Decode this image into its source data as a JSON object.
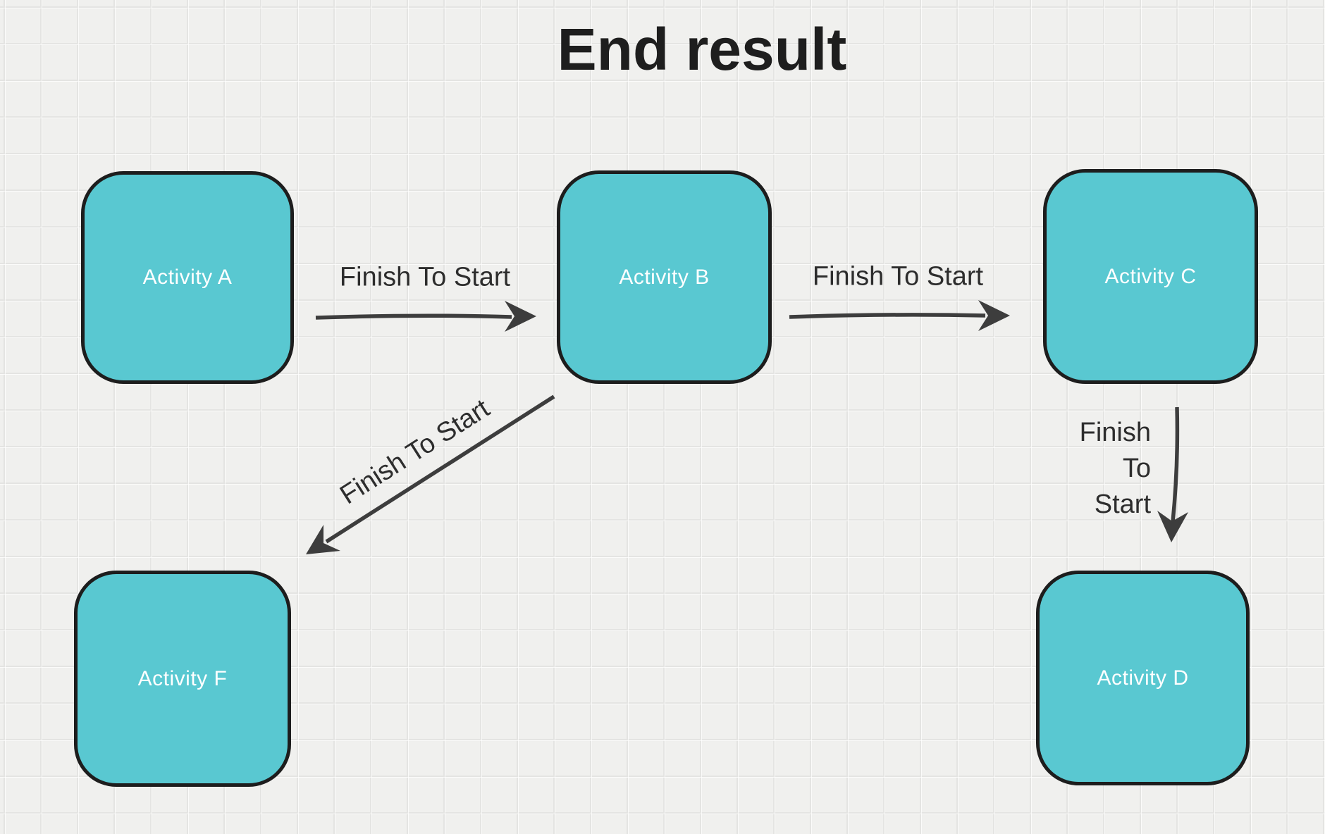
{
  "title": "End result",
  "diagram": {
    "nodes": [
      {
        "id": "A",
        "label": "Activity A"
      },
      {
        "id": "B",
        "label": "Activity B"
      },
      {
        "id": "C",
        "label": "Activity C"
      },
      {
        "id": "F",
        "label": "Activity F"
      },
      {
        "id": "D",
        "label": "Activity D"
      }
    ],
    "edges": [
      {
        "from": "Activity A",
        "to": "Activity B",
        "type": "finish-to-start",
        "label": "Finish To Start"
      },
      {
        "from": "Activity B",
        "to": "Activity C",
        "type": "finish-to-start",
        "label": "Finish To Start"
      },
      {
        "from": "Activity B",
        "to": "Activity F",
        "type": "finish-to-start",
        "label": "Finish To Start"
      },
      {
        "from": "Activity C",
        "to": "Activity D",
        "type": "finish-to-start",
        "label": "Finish To Start",
        "label_lines": [
          "Finish",
          "To",
          "Start"
        ]
      }
    ]
  },
  "colors": {
    "background": "#f0f0ee",
    "grid_line": "#e4e4e2",
    "node_fill": "#59c8d1",
    "node_border": "#1d1d1d",
    "node_text": "#ffffff",
    "arrow": "#3d3d3d",
    "edge_label_text": "#2d2d2d",
    "title_text": "#1e1e1e"
  }
}
